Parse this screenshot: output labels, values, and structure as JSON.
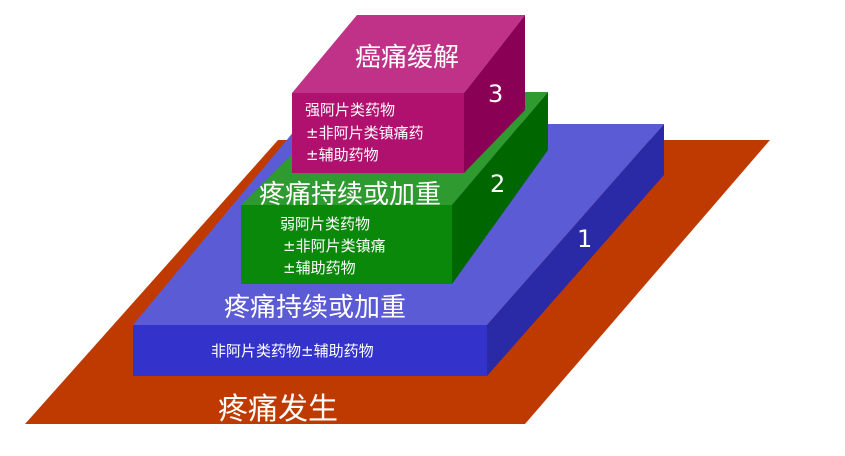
{
  "colors": {
    "base": "#bf3a00",
    "step1_front": "#3333cc",
    "step1_top": "#5b5bd6",
    "step1_side": "#2a2aa6",
    "step2_front": "#0a880a",
    "step2_top": "#2f9a2f",
    "step2_side": "#006600",
    "step3_front": "#b0106e",
    "step3_top": "#c03287",
    "step3_side": "#8a0055"
  },
  "base": {
    "label": "疼痛发生"
  },
  "step1": {
    "number": "1",
    "title": "疼痛持续或加重",
    "drugs": "非阿片类药物±辅助药物"
  },
  "step2": {
    "number": "2",
    "title": "疼痛持续或加重",
    "drugs": [
      "弱阿片类药物",
      "±非阿片类镇痛",
      "±辅助药物"
    ]
  },
  "step3": {
    "number": "3",
    "title": "癌痛缓解",
    "drugs": [
      "强阿片类药物",
      "±非阿片类镇痛药",
      "±辅助药物"
    ]
  }
}
